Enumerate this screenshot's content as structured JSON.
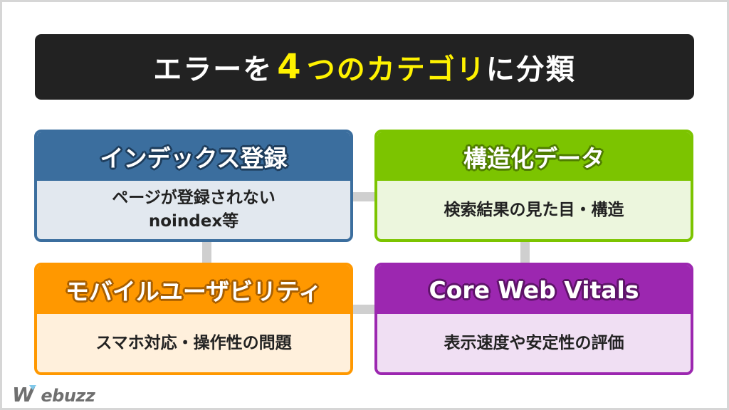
{
  "title": {
    "prefix": "エラーを",
    "number": "4",
    "highlight": "つのカテゴリ",
    "suffix": "に分類",
    "background_color": "#222222",
    "highlight_color": "#fff200"
  },
  "categories": [
    {
      "heading": "インデックス登録",
      "description_line1": "ページが登録されない",
      "description_line2": "noindex等",
      "color": "#3b6e9e",
      "body_color": "#e2e8ef",
      "outline_color": "#1e3d5c"
    },
    {
      "heading": "構造化データ",
      "description_line1": "検索結果の見た目・構造",
      "description_line2": "",
      "color": "#7cc400",
      "body_color": "#ecf6dd",
      "outline_color": "#4f7d00"
    },
    {
      "heading": "モバイルユーザビリティ",
      "description_line1": "スマホ対応・操作性の問題",
      "description_line2": "",
      "color": "#ff9800",
      "body_color": "#fff0dc",
      "outline_color": "#a85f00"
    },
    {
      "heading": "Core Web Vitals",
      "description_line1": "表示速度や安定性の評価",
      "description_line2": "",
      "color": "#9c27b0",
      "body_color": "#f0dff3",
      "outline_color": "#5e1469"
    }
  ],
  "connector_color": "#cfcfcf",
  "logo": {
    "first_letter": "W",
    "rest": "ebuzz"
  }
}
